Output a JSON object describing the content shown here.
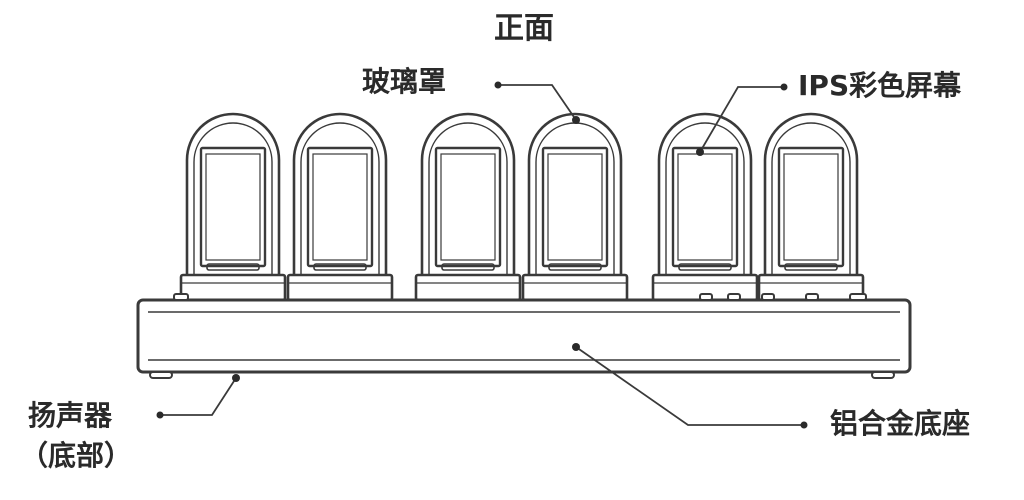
{
  "diagram": {
    "title": "正面",
    "labels": {
      "glass_cover": "玻璃罩",
      "ips_screen": "IPS彩色屏幕",
      "speaker": "扬声器",
      "speaker_location": "（底部）",
      "aluminum_base": "铝合金底座"
    },
    "tube_count": 6,
    "colors": {
      "line": "#3a3a3a",
      "text": "#2a2a2a",
      "background": "#ffffff"
    }
  }
}
